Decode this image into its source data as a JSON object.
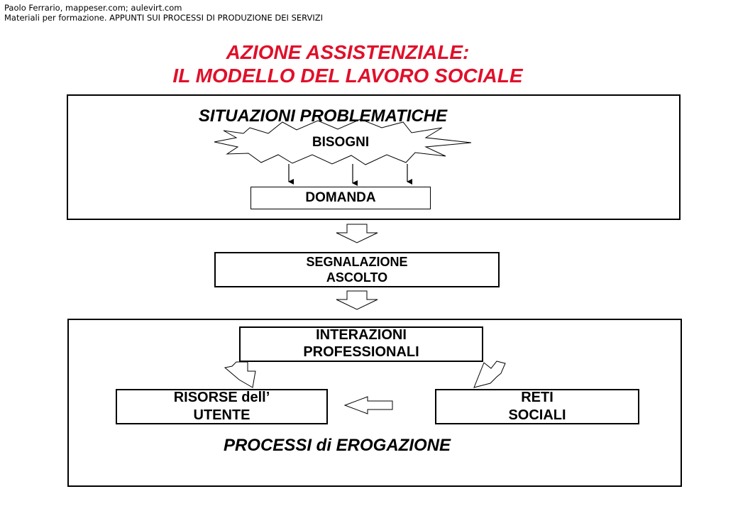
{
  "header": {
    "line1": "Paolo Ferrario, mappeser.com; aulevirt.com",
    "line2": "Materiali per  formazione. APPUNTI SUI PROCESSI DI PRODUZIONE DEI SERVIZI"
  },
  "title": {
    "line1": "AZIONE ASSISTENZIALE:",
    "line2": "IL MODELLO DEL LAVORO SOCIALE"
  },
  "top_section": {
    "heading": "SITUAZIONI PROBLEMATICHE",
    "needs": "BISOGNI",
    "demand": "DOMANDA"
  },
  "middle": {
    "line1": "SEGNALAZIONE",
    "line2": "ASCOLTO"
  },
  "bottom_section": {
    "interactions": {
      "line1": "INTERAZIONI",
      "line2": "PROFESSIONALI"
    },
    "user_resources": {
      "line1": "RISORSE dell’",
      "line2": "UTENTE"
    },
    "social_networks": {
      "line1": "RETI",
      "line2": "SOCIALI"
    },
    "footer": "PROCESSI di EROGAZIONE"
  },
  "colors": {
    "title": "#e0102a",
    "lines": "#000000",
    "background": "#ffffff"
  }
}
